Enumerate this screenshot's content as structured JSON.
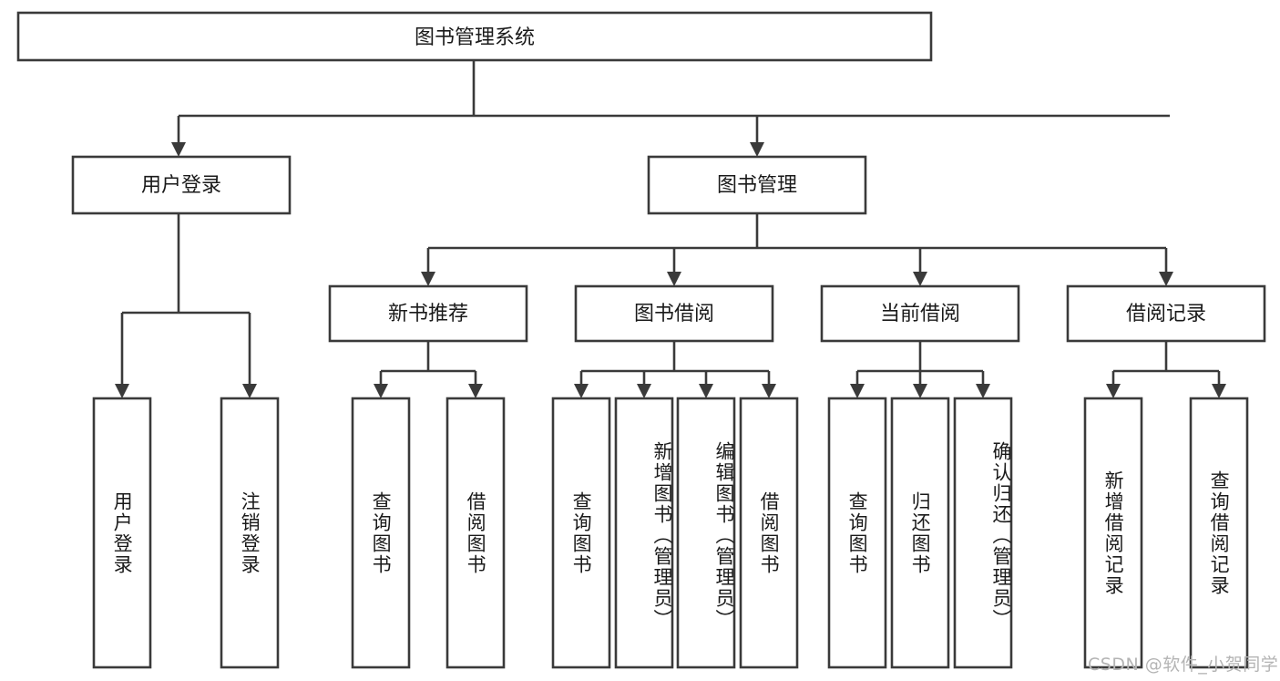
{
  "diagram": {
    "kind": "tree-hierarchy-chart",
    "root": {
      "id": "root",
      "label": "图书管理系统"
    },
    "level1": [
      {
        "id": "user-login",
        "label": "用户登录"
      },
      {
        "id": "book-manage",
        "label": "图书管理"
      }
    ],
    "level2": [
      {
        "id": "new-book-rec",
        "label": "新书推荐"
      },
      {
        "id": "book-borrow",
        "label": "图书借阅"
      },
      {
        "id": "current-borrow",
        "label": "当前借阅"
      },
      {
        "id": "borrow-record",
        "label": "借阅记录"
      }
    ],
    "leaves": {
      "user-login": [
        {
          "id": "leaf-user-login",
          "label": "用户登录"
        },
        {
          "id": "leaf-user-logout",
          "label": "注销登录"
        }
      ],
      "new-book-rec": [
        {
          "id": "leaf-query-book-1",
          "label": "查询图书"
        },
        {
          "id": "leaf-borrow-book-1",
          "label": "借阅图书"
        }
      ],
      "book-borrow": [
        {
          "id": "leaf-query-book-2",
          "label": "查询图书"
        },
        {
          "id": "leaf-add-book",
          "label": "新增图书（管理员）"
        },
        {
          "id": "leaf-edit-book",
          "label": "编辑图书（管理员）"
        },
        {
          "id": "leaf-borrow-book-2",
          "label": "借阅图书"
        }
      ],
      "current-borrow": [
        {
          "id": "leaf-query-book-3",
          "label": "查询图书"
        },
        {
          "id": "leaf-return-book",
          "label": "归还图书"
        },
        {
          "id": "leaf-confirm-return",
          "label": "确认归还（管理员）"
        }
      ],
      "borrow-record": [
        {
          "id": "leaf-add-record",
          "label": "新增借阅记录"
        },
        {
          "id": "leaf-query-record",
          "label": "查询借阅记录"
        }
      ]
    }
  },
  "watermark": {
    "text": "CSDN @软件_小贺同学"
  },
  "colors": {
    "stroke": "#3a3a3a",
    "fill": "#ffffff",
    "text": "#1a1a1a",
    "watermark": "#b4b4b4"
  }
}
